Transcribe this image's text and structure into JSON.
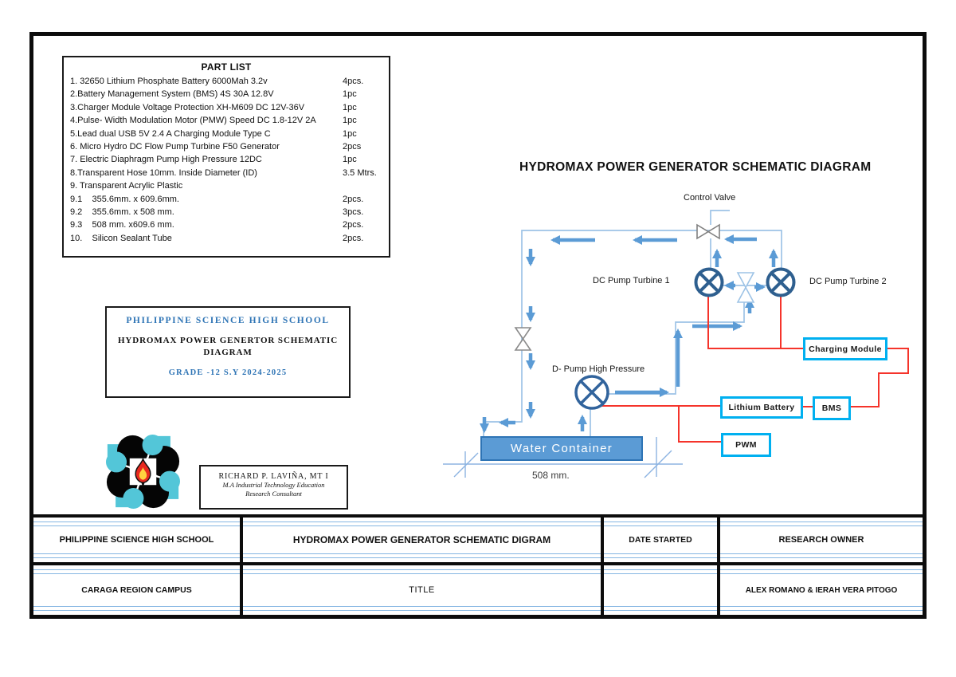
{
  "part_list": {
    "title": "PART LIST",
    "items": [
      {
        "name": "1. 32650 Lithium Phosphate Battery 6000Mah 3.2v",
        "qty": "4pcs."
      },
      {
        "name": "2.Battery Management System (BMS) 4S 30A 12.8V",
        "qty": "1pc"
      },
      {
        "name": "3.Charger Module Voltage Protection XH-M609 DC 12V-36V",
        "qty": "1pc"
      },
      {
        "name": "4.Pulse- Width Modulation Motor (PMW) Speed DC 1.8-12V 2A",
        "qty": "1pc"
      },
      {
        "name": "5.Lead dual USB 5V 2.4 A Charging Module Type C",
        "qty": "1pc"
      },
      {
        "name": "6. Micro Hydro DC Flow Pump Turbine F50 Generator",
        "qty": "2pcs"
      },
      {
        "name": "7. Electric Diaphragm Pump High Pressure 12DC",
        "qty": "1pc"
      },
      {
        "name": "8.Transparent Hose 10mm. Inside Diameter (ID)",
        "qty": "3.5 Mtrs."
      },
      {
        "name": "9. Transparent Acrylic Plastic",
        "qty": ""
      },
      {
        "name": "9.1    355.6mm. x 609.6mm.",
        "qty": "2pcs."
      },
      {
        "name": "9.2    355.6mm. x 508 mm.",
        "qty": "3pcs."
      },
      {
        "name": "9.3    508 mm. x609.6 mm.",
        "qty": "2pcs."
      },
      {
        "name": "10.    Silicon Sealant Tube",
        "qty": "2pcs."
      }
    ]
  },
  "title_block": {
    "school": "PHILIPPINE SCIENCE HIGH SCHOOL",
    "project_line1": "HYDROMAX POWER  GENERTOR SCHEMATIC",
    "project_line2": "DIAGRAM",
    "grade": "GRADE -12  S.Y 2024-2025"
  },
  "consultant": {
    "name": "RICHARD P. LAVIÑA, MT I",
    "degree": "M.A Industrial Technology Education",
    "role": "Research Consultant"
  },
  "diagram": {
    "title": "HYDROMAX POWER GENERATOR SCHEMATIC DIAGRAM",
    "labels": {
      "control_valve": "Control Valve",
      "turbine1": "DC Pump Turbine 1",
      "turbine2": "DC Pump Turbine 2",
      "d_pump": "D- Pump High Pressure",
      "water_container": "Water Container",
      "dimension": "508 mm."
    },
    "boxes": {
      "charging_module": "Charging Module",
      "lithium_battery": "Lithium Battery",
      "bms": "BMS",
      "pwm": "PWM"
    }
  },
  "footer_table": {
    "rows": [
      [
        "PHILIPPINE SCIENCE HIGH SCHOOL",
        "HYDROMAX POWER GENERATOR SCHEMATIC DIGRAM",
        "DATE STARTED",
        "RESEARCH OWNER"
      ],
      [
        "CARAGA REGION CAMPUS",
        "TITLE",
        "",
        "ALEX ROMANO & IERAH VERA PITOGO"
      ]
    ]
  },
  "colors": {
    "pipe": "#9dc3e6",
    "flow_arrow": "#5b9bd5",
    "device_stroke": "#2e5f8f",
    "wire_red": "#f5342b",
    "component_border": "#00b0f0",
    "water_fill": "#5b9bd5",
    "accent_text_blue": "#2e74b5",
    "valve_gray": "#808080",
    "logo_teal": "#53c6d8",
    "dimension_line": "#8db4e2"
  }
}
